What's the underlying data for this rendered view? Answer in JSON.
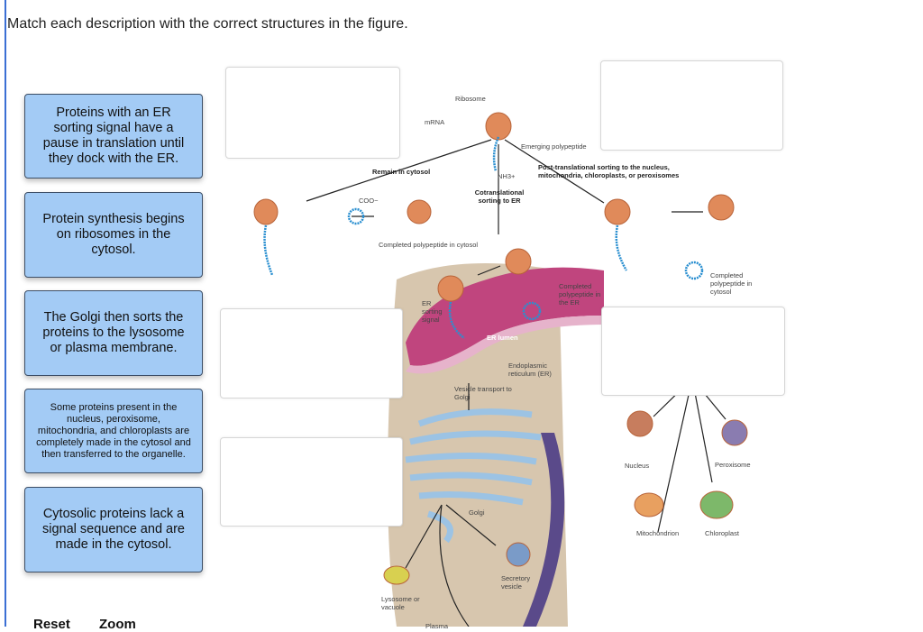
{
  "instruction": "Match each description with the correct structures in the figure.",
  "cards": [
    {
      "text": "Proteins with an ER sorting signal have a pause in translation until they dock with the ER."
    },
    {
      "text": "Protein synthesis begins on ribosomes in the cytosol."
    },
    {
      "text": "The Golgi then sorts the proteins to the lysosome or plasma membrane."
    },
    {
      "text": "Some proteins present in the nucleus, peroxisome, mitochondria, and chloroplasts are completely made in the cytosol and then transferred to the organelle."
    },
    {
      "text": "Cytosolic proteins lack a signal sequence and are made in the cytosol."
    }
  ],
  "figure": {
    "ribosome": "Ribosome",
    "mrna": "mRNA",
    "emerging": "Emerging polypeptide",
    "remain": "Remain in cytosol",
    "post": "Post-translational sorting to the nucleus, mitochondria, chloroplasts, or peroxisomes",
    "cotrans": "Cotranslational sorting to ER",
    "nh3": "NH3+",
    "coo": "COO−",
    "completed_cytosol": "Completed polypeptide in cytosol",
    "completed_er": "Completed polypeptide in the ER",
    "completed_cytosol2": "Completed polypeptide in cytosol",
    "er_signal": "ER sorting signal",
    "er_lumen": "ER lumen",
    "er": "Endoplasmic reticulum (ER)",
    "vesicle": "Vesicle transport to Golgi",
    "golgi": "Golgi",
    "secretory": "Secretory vesicle",
    "lysosome": "Lysosome or vacuole",
    "plasma": "Plasma",
    "nucleus": "Nucleus",
    "peroxisome": "Peroxisome",
    "mitochondrion": "Mitochondrion",
    "chloroplast": "Chloroplast"
  },
  "buttons": {
    "reset": "Reset",
    "zoom": "Zoom"
  },
  "colors": {
    "card": "#a3cbf5",
    "ribosome": "#e08a5a",
    "polypeptide": "#2a8fd0",
    "er": "#c0457e",
    "golgi": "#9cc3e4"
  }
}
